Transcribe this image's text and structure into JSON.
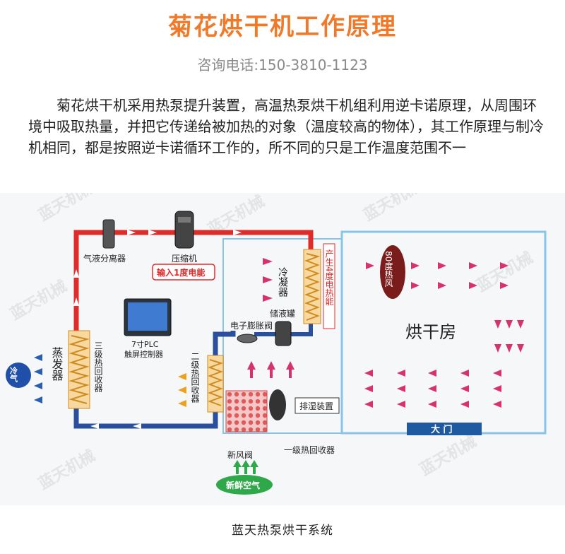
{
  "header": {
    "title": "菊花烘干机工作原理",
    "phone": "咨询电话:150-3810-1123"
  },
  "intro": "菊花烘干机采用热泵提升装置，高温热泵烘干机组利用逆卡诺原理，从周围环境中吸取热量，并把它传递给被加热的对象（温度较高的物体），其工作原理与制冷机相同，都是按照逆卡诺循环工作的，所不同的只是工作温度范围不一",
  "diagram": {
    "watermark": "蓝天机械",
    "labels": {
      "separator": "气液分离器",
      "compressor": "压缩机",
      "power": "输入1度电能",
      "plc_line1": "7寸PLC",
      "plc_line2": "触屏控制器",
      "condenser": "冷凝器",
      "electric_heat": "产生4度电热能",
      "receiver": "储液罐",
      "expansion_valve": "电子膨胀阀",
      "evaporator": "蒸发器",
      "recovery3": "三级热回收器",
      "recovery2": "二级热回收器",
      "recovery1": "一级热回收器",
      "dehumid": "排湿装置",
      "fresh_valve": "新风阀",
      "fresh_air": "新鲜空气",
      "cold_air": "冷气",
      "hot_air": "80度热风",
      "room": "烘干房",
      "door": "大 门"
    },
    "colors": {
      "hot_pipe": "#e02b2b",
      "cold_pipe": "#2a4f9c",
      "room_border": "#88c4e6",
      "coil": "#f2a93b",
      "arrow_pink": "#d6336c",
      "arrow_blue": "#2a5fb0",
      "arrow_orange": "#f0a020",
      "green": "#2fa84a"
    },
    "icons": [
      "compressor-icon",
      "plc-screen-icon",
      "fan-icon",
      "valve-icon",
      "tank-icon"
    ]
  },
  "caption": "蓝天热泵烘干系统"
}
